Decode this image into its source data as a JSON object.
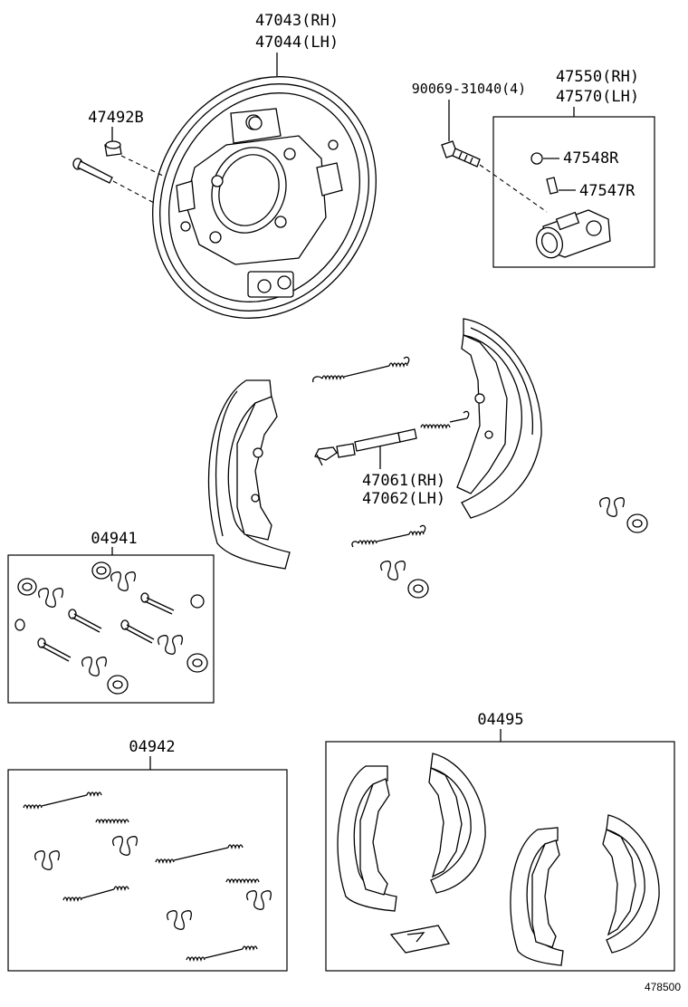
{
  "labels": {
    "backing_plate": [
      "47043(RH)",
      "47044(LH)"
    ],
    "plug": "47492B",
    "bolt": "90069-31040(4)",
    "wheel_cylinder": [
      "47550(RH)",
      "47570(LH)"
    ],
    "bleeder_cap": "47548R",
    "bleeder_plug": "47547R",
    "adjuster": [
      "47061(RH)",
      "47062(LH)"
    ],
    "kit_hold_down": "04941",
    "kit_springs": "04942",
    "kit_shoes": "04495",
    "diagram_ref": "478500"
  }
}
